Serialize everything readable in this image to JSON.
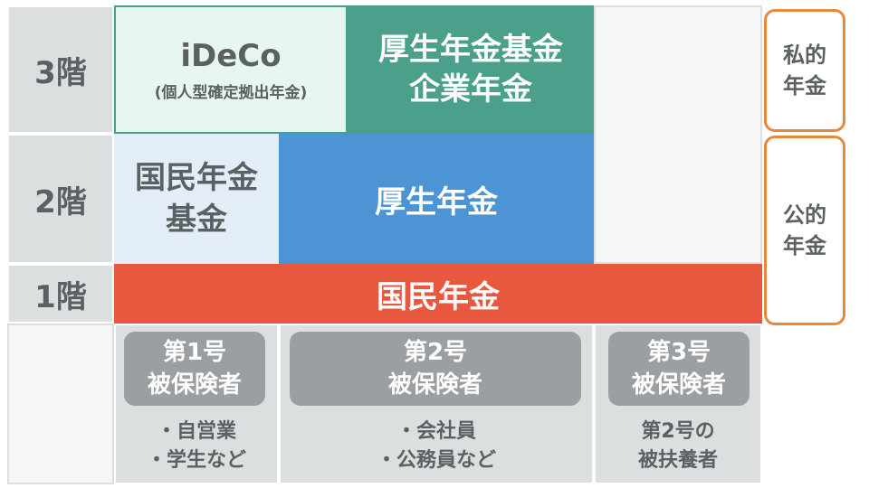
{
  "floors": {
    "third": "3階",
    "second": "2階",
    "first": "1階"
  },
  "tiers": {
    "ideco": {
      "title": "iDeCo",
      "subtitle": "(個人型確定拠出年金)"
    },
    "kosei_nenkin_kikin": {
      "lines": [
        "厚生年金基金",
        "企業年金"
      ]
    },
    "kokumin_nenkin_kikin": {
      "lines": [
        "国民年金",
        "基金"
      ]
    },
    "kosei_nenkin": {
      "label": "厚生年金"
    },
    "kokumin_nenkin": {
      "label": "国民年金"
    }
  },
  "insured": [
    {
      "lines": [
        "第1号",
        "被保険者"
      ],
      "desc": [
        "・自営業",
        "・学生など"
      ]
    },
    {
      "lines": [
        "第2号",
        "被保険者"
      ],
      "desc": [
        "・会社員",
        "・公務員など"
      ]
    },
    {
      "lines": [
        "第3号",
        "被保険者"
      ],
      "desc": [
        "第2号の",
        "被扶養者"
      ]
    }
  ],
  "side_labels": {
    "private": [
      "私的",
      "年金"
    ],
    "public": [
      "公的",
      "年金"
    ]
  },
  "colors": {
    "ideco_bg": "#e8f6f0",
    "ideco_text": "#5b6063",
    "kikin_green": "#4aa08a",
    "kokumin_kikin_bg": "#e3edf8",
    "kosei_blue": "#4d94d4",
    "kokumin_red": "#e8583f",
    "grey": "#dcdfe0",
    "pill": "#9c9fa1",
    "orange_border": "#e8883a"
  }
}
